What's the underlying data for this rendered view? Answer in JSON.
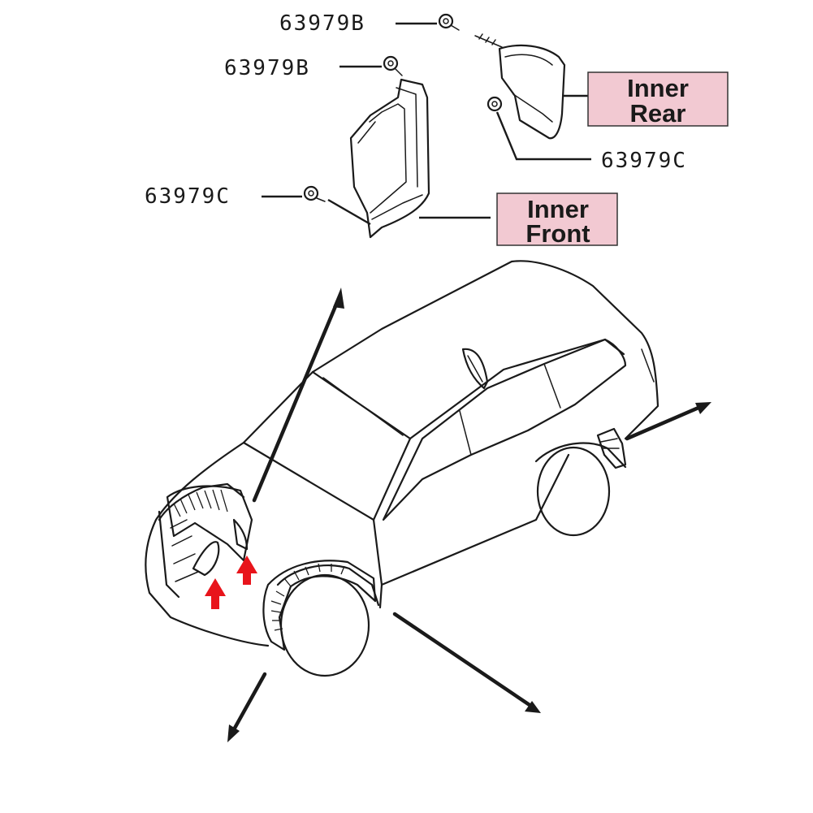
{
  "parts": {
    "clip_top": "63979B",
    "clip_second": "63979B",
    "clip_rear_lower": "63979C",
    "clip_front_lower": "63979C"
  },
  "labels": {
    "inner_rear_line1": "Inner",
    "inner_rear_line2": "Rear",
    "inner_front_line1": "Inner",
    "inner_front_line2": "Front"
  },
  "colors": {
    "label_fill": "#f2c9d2",
    "label_border": "#333333",
    "marker": "#e8141b",
    "line": "#1a1a1a"
  }
}
